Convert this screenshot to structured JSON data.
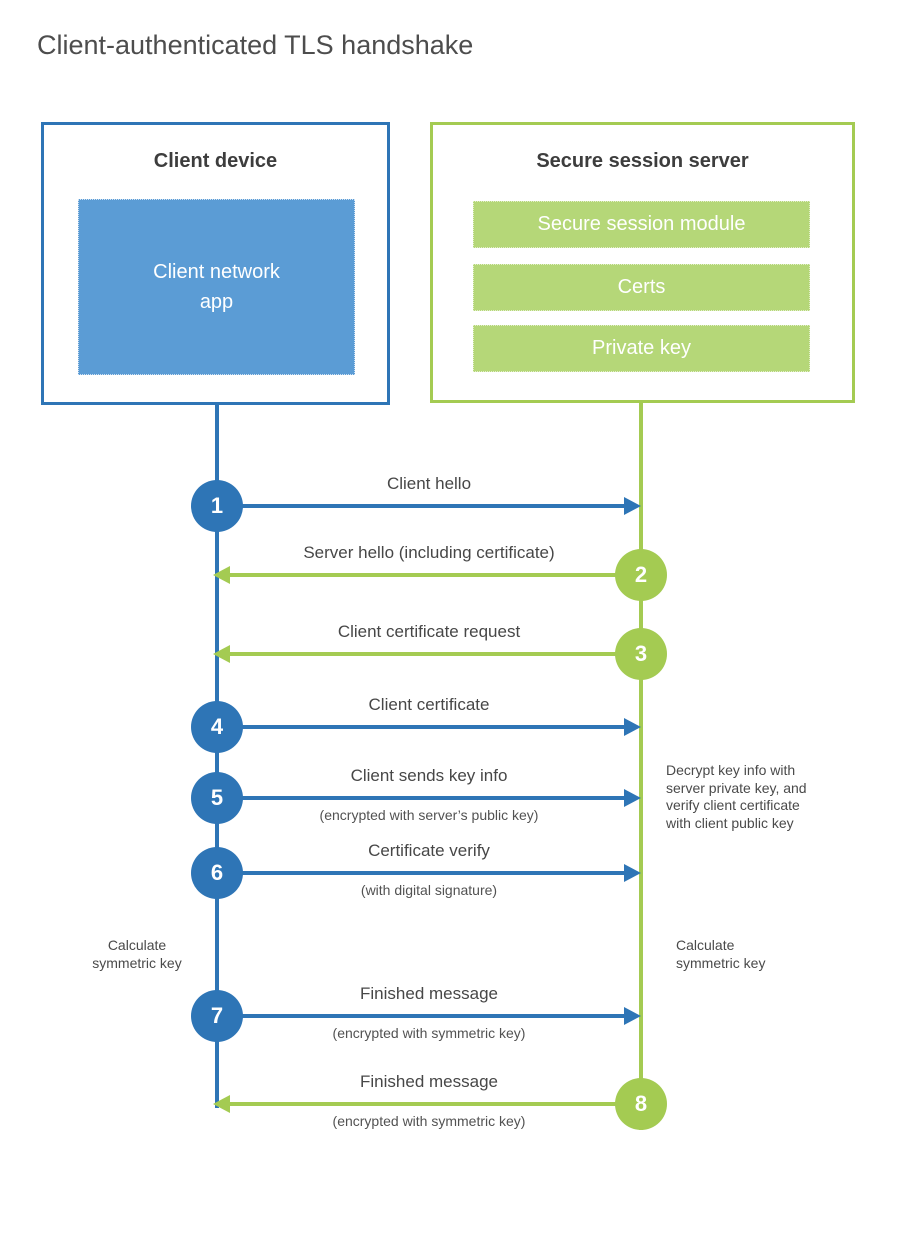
{
  "title": "Client-authenticated TLS handshake",
  "colors": {
    "blue": "#2e75b6",
    "blue_fill": "#5b9cd5",
    "green": "#a4cb52",
    "green_fill": "#b5d778",
    "heading_text": "#4d4d4d",
    "label_text": "#474747"
  },
  "client": {
    "title": "Client device",
    "app_label": "Client network\napp"
  },
  "server": {
    "title": "Secure session server",
    "modules": [
      "Secure session module",
      "Certs",
      "Private key"
    ]
  },
  "steps": [
    {
      "num": "1",
      "direction": "right",
      "label": "Client hello",
      "sub": ""
    },
    {
      "num": "2",
      "direction": "left",
      "label": "Server hello (including certificate)",
      "sub": ""
    },
    {
      "num": "3",
      "direction": "left",
      "label": "Client certificate request",
      "sub": ""
    },
    {
      "num": "4",
      "direction": "right",
      "label": "Client certificate",
      "sub": ""
    },
    {
      "num": "5",
      "direction": "right",
      "label": "Client sends key info",
      "sub": "(encrypted with server’s public key)"
    },
    {
      "num": "6",
      "direction": "right",
      "label": "Certificate verify",
      "sub": "(with digital signature)"
    },
    {
      "num": "7",
      "direction": "right",
      "label": "Finished message",
      "sub": "(encrypted with symmetric key)"
    },
    {
      "num": "8",
      "direction": "left",
      "label": "Finished message",
      "sub": "(encrypted with symmetric key)"
    }
  ],
  "notes": {
    "decrypt": "Decrypt key info with\nserver private key, and\nverify client certificate\nwith client public key",
    "calc_left": "Calculate\nsymmetric key",
    "calc_right": "Calculate\nsymmetric key"
  }
}
